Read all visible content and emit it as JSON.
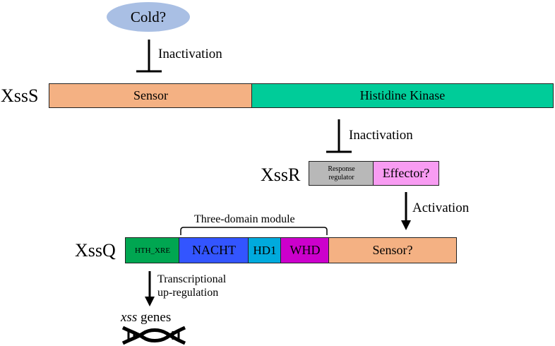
{
  "cold": "Cold?",
  "inactivation_1": "Inactivation",
  "xsss": {
    "name": "XssS",
    "sensor": "Sensor",
    "kinase": "Histidine Kinase"
  },
  "inactivation_2": "Inactivation",
  "xssr": {
    "name": "XssR",
    "response_regulator": [
      "Response",
      "regulator"
    ],
    "effector": "Effector?"
  },
  "activation": "Activation",
  "module_label": "Three-domain module",
  "xssq": {
    "name": "XssQ",
    "hth": "HTH_XRE",
    "nacht": "NACHT",
    "hd1": "HD1",
    "whd": "WHD",
    "sensor": "Sensor?"
  },
  "transcriptional": [
    "Transcriptional",
    "up-regulation"
  ],
  "genes": {
    "italic": "xss",
    "rest": " genes"
  },
  "colors": {
    "cold": "#a9bfe4",
    "sensor": "#f4b183",
    "kinase": "#00cc99",
    "response_regulator": "#b8b8b8",
    "effector": "#f89cf2",
    "hth": "#00a651",
    "nacht": "#3355ff",
    "hd1": "#00aadd",
    "whd": "#cc00cc"
  },
  "icons": [
    "dna-icon"
  ]
}
